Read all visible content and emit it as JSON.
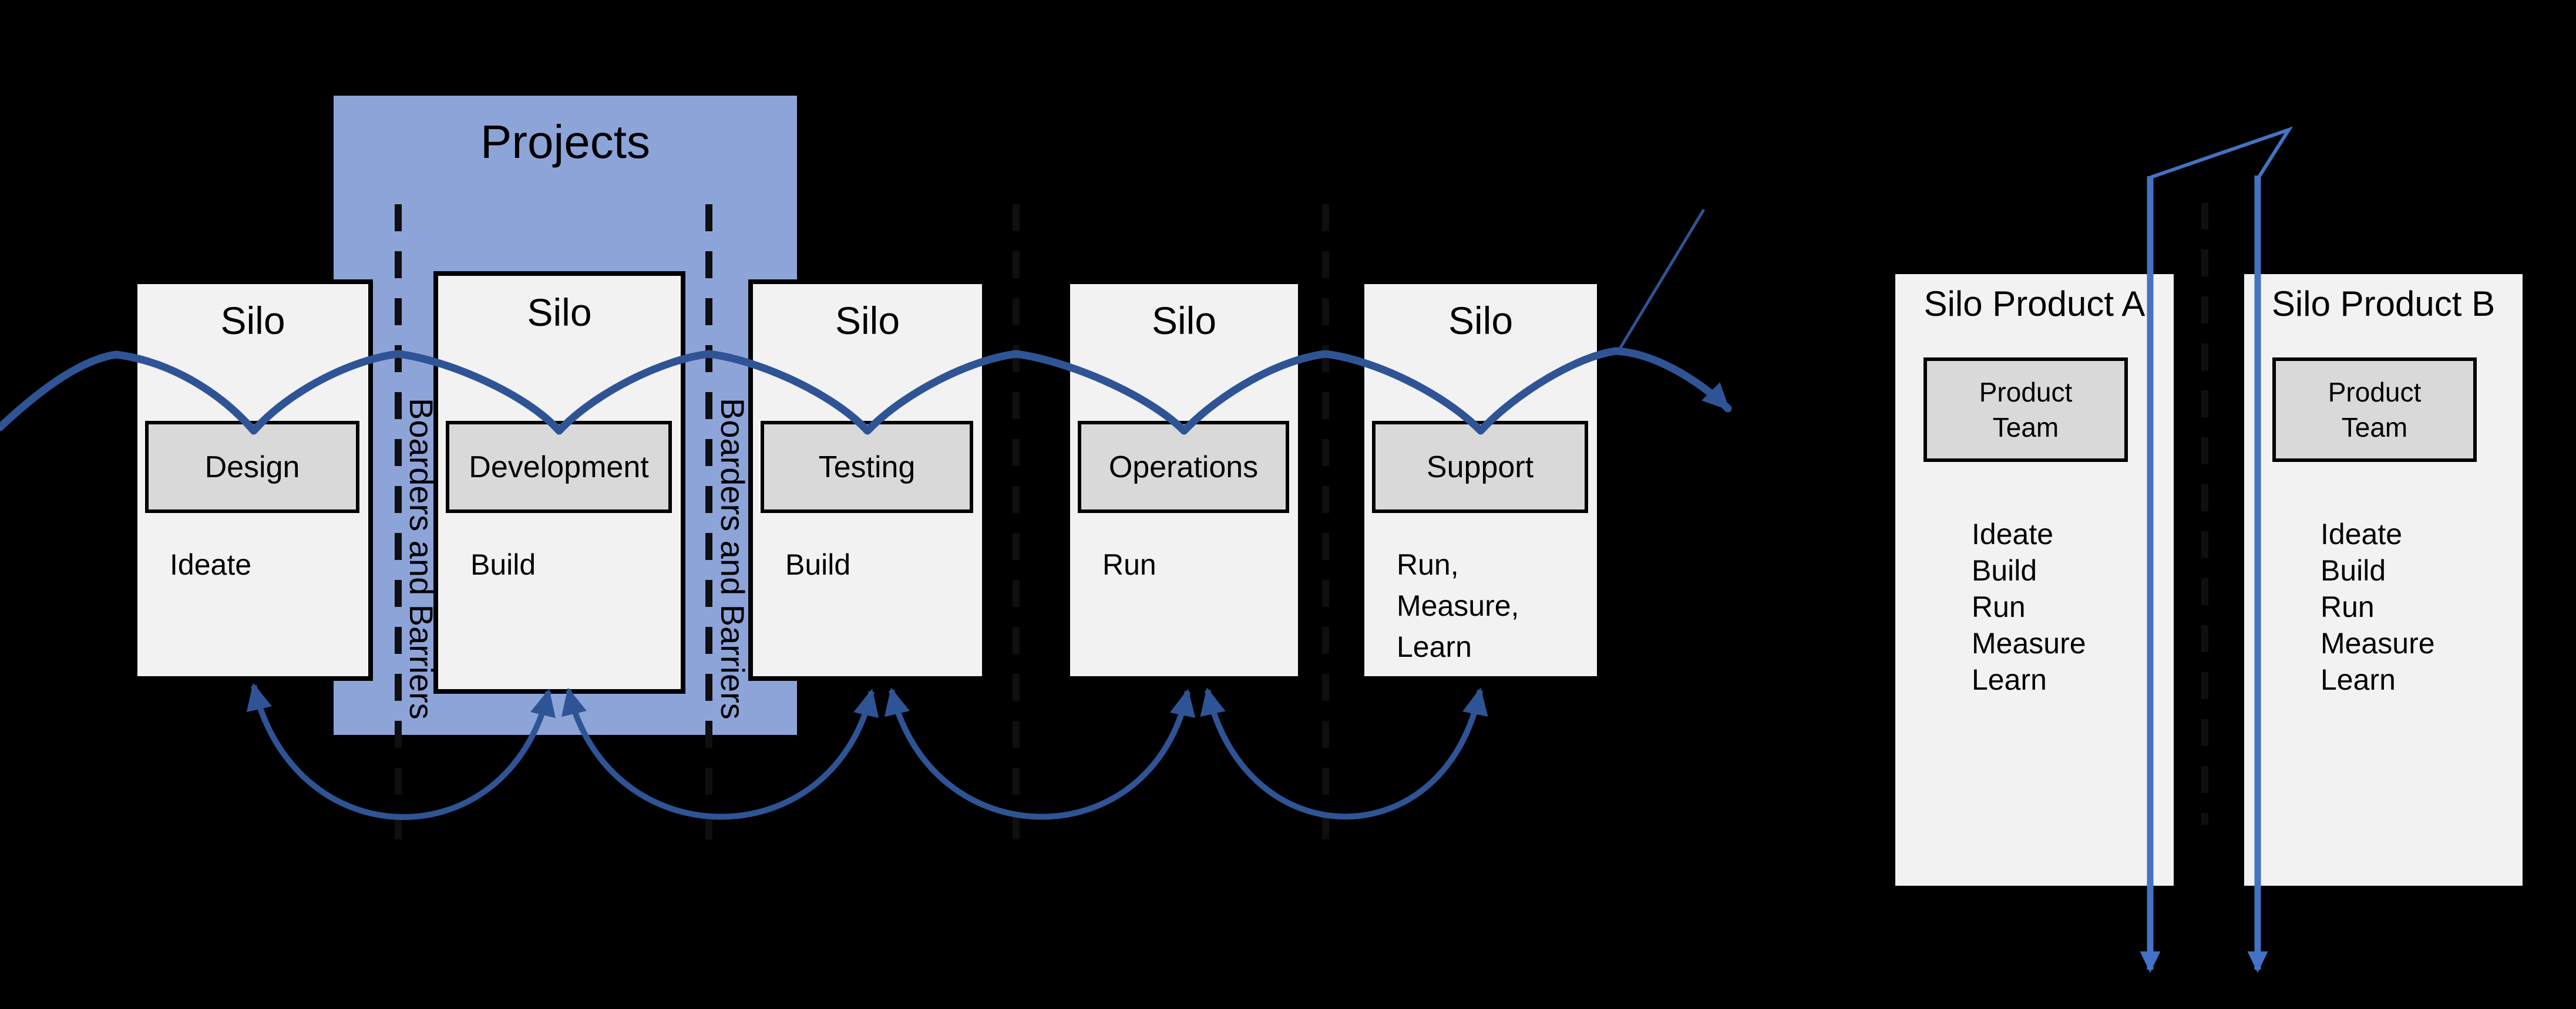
{
  "colors": {
    "background": "#000000",
    "banner_blue": "#8DA4D9",
    "box_fill": "#F2F2F2",
    "stage_fill": "#D9D9D9",
    "arrow_dark_blue": "#2F5496",
    "arrow_bright_blue": "#4472C4",
    "dashed_line": "#0F0F0F",
    "text": "#000000"
  },
  "left_diagram": {
    "banner_label": "Projects",
    "barrier_label": "Boarders and Barriers",
    "silos": [
      {
        "title": "Silo",
        "stage": "Design",
        "activity": "Ideate"
      },
      {
        "title": "Silo",
        "stage": "Development",
        "activity": "Build"
      },
      {
        "title": "Silo",
        "stage": "Testing",
        "activity": "Build"
      },
      {
        "title": "Silo",
        "stage": "Operations",
        "activity": "Run"
      },
      {
        "title": "Silo",
        "stage": "Support",
        "activity": "Run, Measure, Learn"
      }
    ]
  },
  "right_diagram": {
    "products": [
      {
        "title": "Silo Product A",
        "team": "Product Team",
        "activities": [
          "Ideate",
          "Build",
          "Run",
          "Measure",
          "Learn"
        ]
      },
      {
        "title": "Silo Product B",
        "team": "Product Team",
        "activities": [
          "Ideate",
          "Build",
          "Run",
          "Measure",
          "Learn"
        ]
      }
    ]
  }
}
